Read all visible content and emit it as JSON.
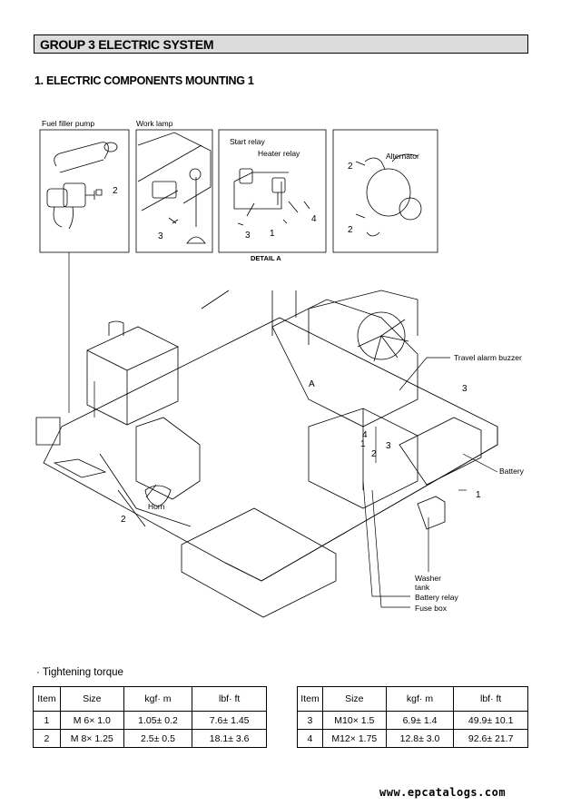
{
  "header": {
    "group_title": "GROUP  3  ELECTRIC SYSTEM",
    "section_title": "1. ELECTRIC COMPONENTS MOUNTING 1"
  },
  "detail_panels": {
    "fuel_filler_pump": "Fuel filler pump",
    "work_lamp": "Work lamp",
    "start_relay": "Start relay",
    "heater_relay": "Heater relay",
    "alternator": "Alternator",
    "detail_a": "DETAIL A"
  },
  "callouts": {
    "travel_alarm_buzzer": "Travel alarm buzzer",
    "battery": "Battery",
    "horn": "Horn",
    "washer_tank": "Washer\ntank",
    "battery_relay": "Battery relay",
    "fuse_box": "Fuse box",
    "a": "A",
    "n1": "1",
    "n2": "2",
    "n3": "3",
    "n4": "4"
  },
  "torque": {
    "heading": "·  Tightening torque",
    "columns": [
      "Item",
      "Size",
      "kgf· m",
      "lbf· ft"
    ],
    "left_rows": [
      [
        "1",
        "M 6× 1.0",
        "1.05± 0.2",
        "7.6± 1.45"
      ],
      [
        "2",
        "M 8× 1.25",
        "2.5± 0.5",
        "18.1± 3.6"
      ]
    ],
    "right_rows": [
      [
        "3",
        "M10× 1.5",
        "6.9± 1.4",
        "49.9± 10.1"
      ],
      [
        "4",
        "M12× 1.75",
        "12.8± 3.0",
        "92.6± 21.7"
      ]
    ]
  },
  "footer": {
    "watermark": "www.epcatalogs.com"
  }
}
